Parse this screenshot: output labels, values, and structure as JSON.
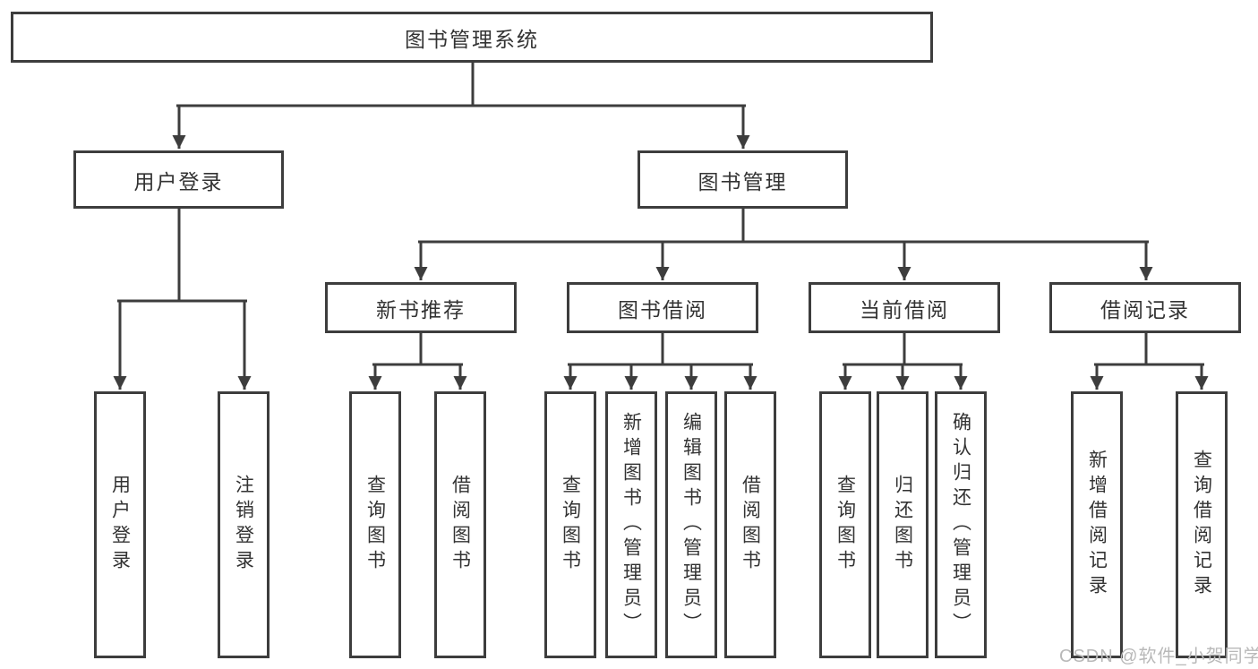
{
  "nodes": {
    "root": {
      "label": "图书管理系统"
    },
    "level2": [
      {
        "label": "用户登录"
      },
      {
        "label": "图书管理"
      }
    ],
    "level3": [
      {
        "label": "新书推荐"
      },
      {
        "label": "图书借阅"
      },
      {
        "label": "当前借阅"
      },
      {
        "label": "借阅记录"
      }
    ]
  },
  "leaves": {
    "user_login": [
      "用户登录",
      "注销登录"
    ],
    "new_books": [
      "查询图书",
      "借阅图书"
    ],
    "book_borrow": [
      "查询图书",
      "新增图书（管理员）",
      "编辑图书（管理员）",
      "借阅图书"
    ],
    "current_borrow": [
      "查询图书",
      "归还图书",
      "确认归还（管理员）"
    ],
    "borrow_records": [
      "新增借阅记录",
      "查询借阅记录"
    ]
  },
  "watermark": {
    "text": "CSDN @软件_小贺同学"
  },
  "colors": {
    "line": "#3d3d3d",
    "text": "#333333",
    "background": "#ffffff",
    "watermark": "#b9b9b9"
  }
}
